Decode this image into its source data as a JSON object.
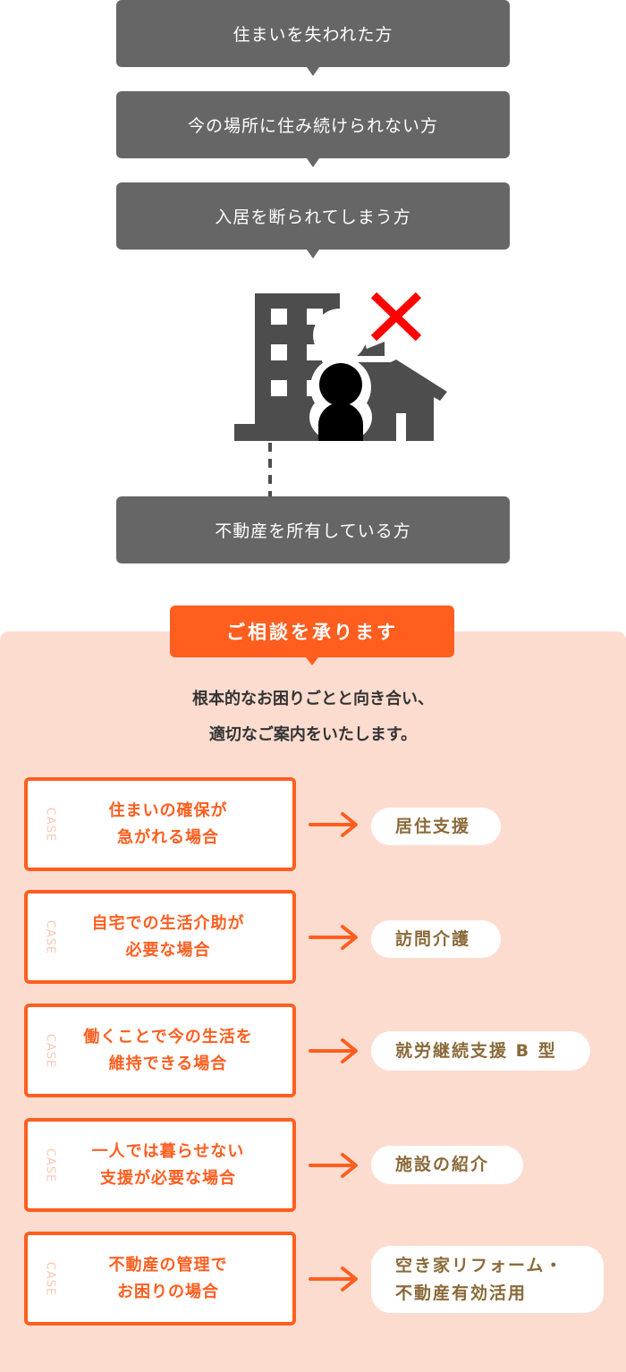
{
  "flow": {
    "steps": [
      "住まいを失われた方",
      "今の場所に住み続けられない方",
      "入居を断られてしまう方"
    ],
    "owner": "不動産を所有している方"
  },
  "icon": {
    "name": "building-person-house-cross-icon",
    "cross_color": "#ff0000"
  },
  "consult": {
    "badge": "ご相談を承ります",
    "intro_line1": "根本的なお困りごとと向き合い、",
    "intro_line2": "適切なご案内をいたします。"
  },
  "cases": [
    {
      "label": "CASE",
      "line1": "住まいの確保が",
      "line2": "急がれる場合",
      "result1": "居住支援",
      "result2": ""
    },
    {
      "label": "CASE",
      "line1": "自宅での生活介助が",
      "line2": "必要な場合",
      "result1": "訪問介護",
      "result2": ""
    },
    {
      "label": "CASE",
      "line1": "働くことで今の生活を",
      "line2": "維持できる場合",
      "result1": "就労継続支援 B 型",
      "result2": ""
    },
    {
      "label": "CASE",
      "line1": "一人では暮らせない",
      "line2": "支援が必要な場合",
      "result1": "施設の紹介",
      "result2": ""
    },
    {
      "label": "CASE",
      "line1": "不動産の管理で",
      "line2": "お困りの場合",
      "result1": "空き家リフォーム・",
      "result2": "不動産有効活用"
    }
  ],
  "colors": {
    "accent": "#ff5e1f",
    "dark_box": "#666666",
    "pink_bg": "#fddcd0",
    "result_text": "#8a6a3a"
  }
}
